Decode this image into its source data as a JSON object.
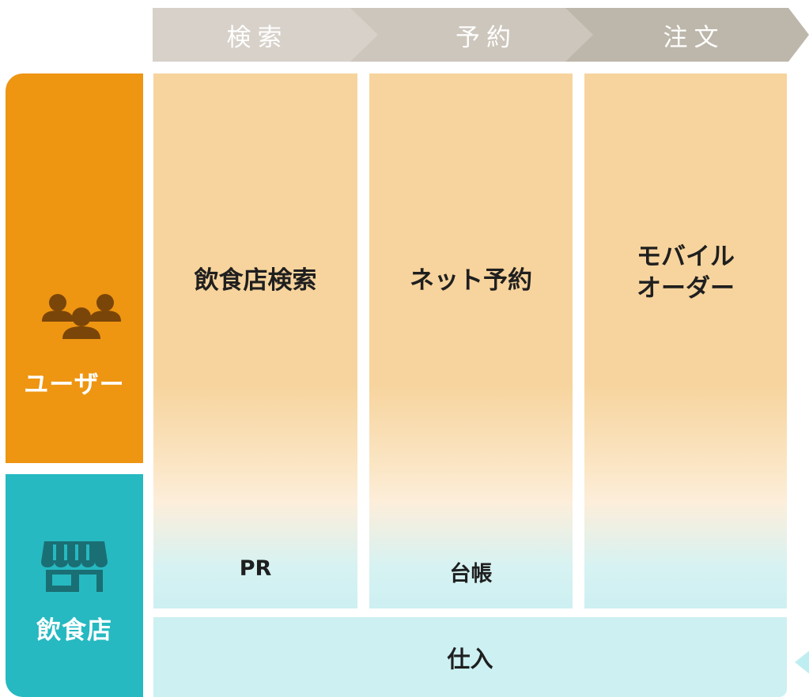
{
  "steps": [
    {
      "label": "検索"
    },
    {
      "label": "予約"
    },
    {
      "label": "注文"
    }
  ],
  "roles": {
    "user": {
      "label": "ユーザー",
      "icon": "users-group-icon",
      "color": "#ee9512"
    },
    "shop": {
      "label": "飲食店",
      "icon": "storefront-icon",
      "color": "#26b9c1"
    }
  },
  "columns": [
    {
      "title": "飲食店検索",
      "bottom": "PR"
    },
    {
      "title": "ネット予約",
      "bottom": "台帳"
    },
    {
      "title_lines": [
        "モバイル",
        "オーダー"
      ],
      "bottom": ""
    }
  ],
  "supply": {
    "label": "仕入"
  },
  "colors": {
    "column_top": "#f7d49d",
    "column_bottom": "#cdf0f2",
    "step_1": "#d7d1c9",
    "step_2": "#cdc6bc",
    "step_3": "#bdb6aa"
  }
}
